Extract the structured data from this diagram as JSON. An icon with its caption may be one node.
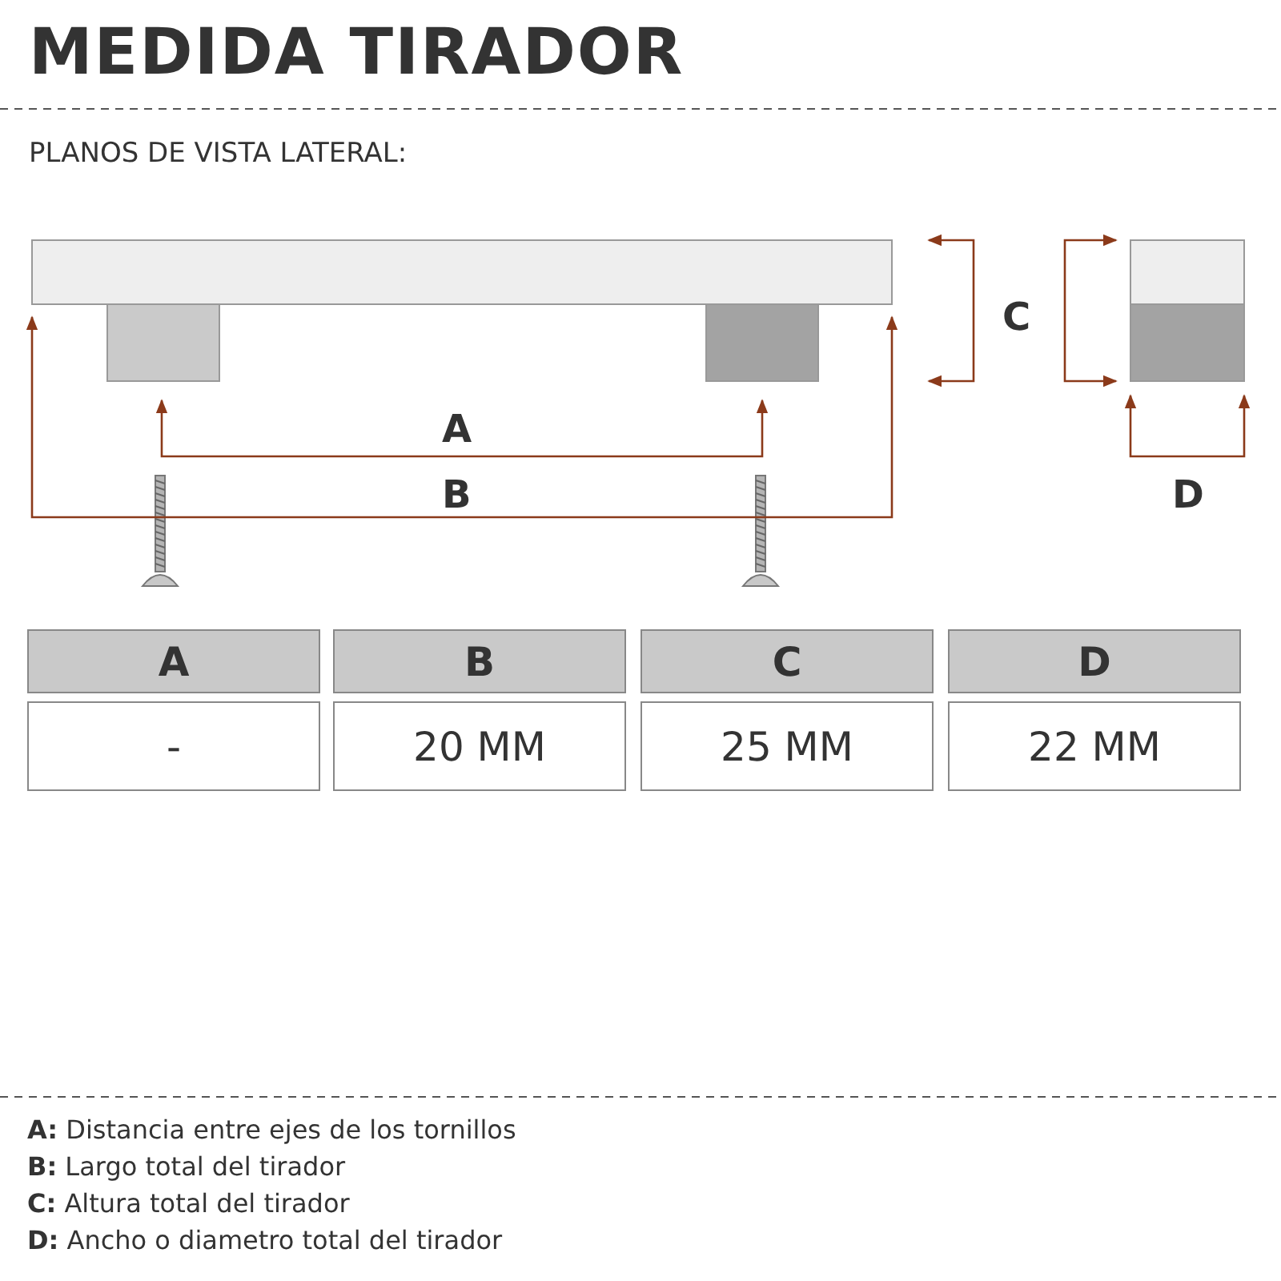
{
  "diagram": {
    "title": "MEDIDA TIRADOR",
    "labels": [
      "PLANOS DE VISTA LATERAL:",
      "C",
      "A",
      "B",
      "D",
      "A",
      "B",
      "C",
      "D",
      "-",
      "20 MM",
      "25 MM",
      "22 MM",
      "**A:** Distancia entre ejes de los tornillos",
      "**B:** Largo total del tirador",
      "**C:** Altura total del tirador",
      "**D:** Ancho o diametro total del tirador"
    ]
  }
}
